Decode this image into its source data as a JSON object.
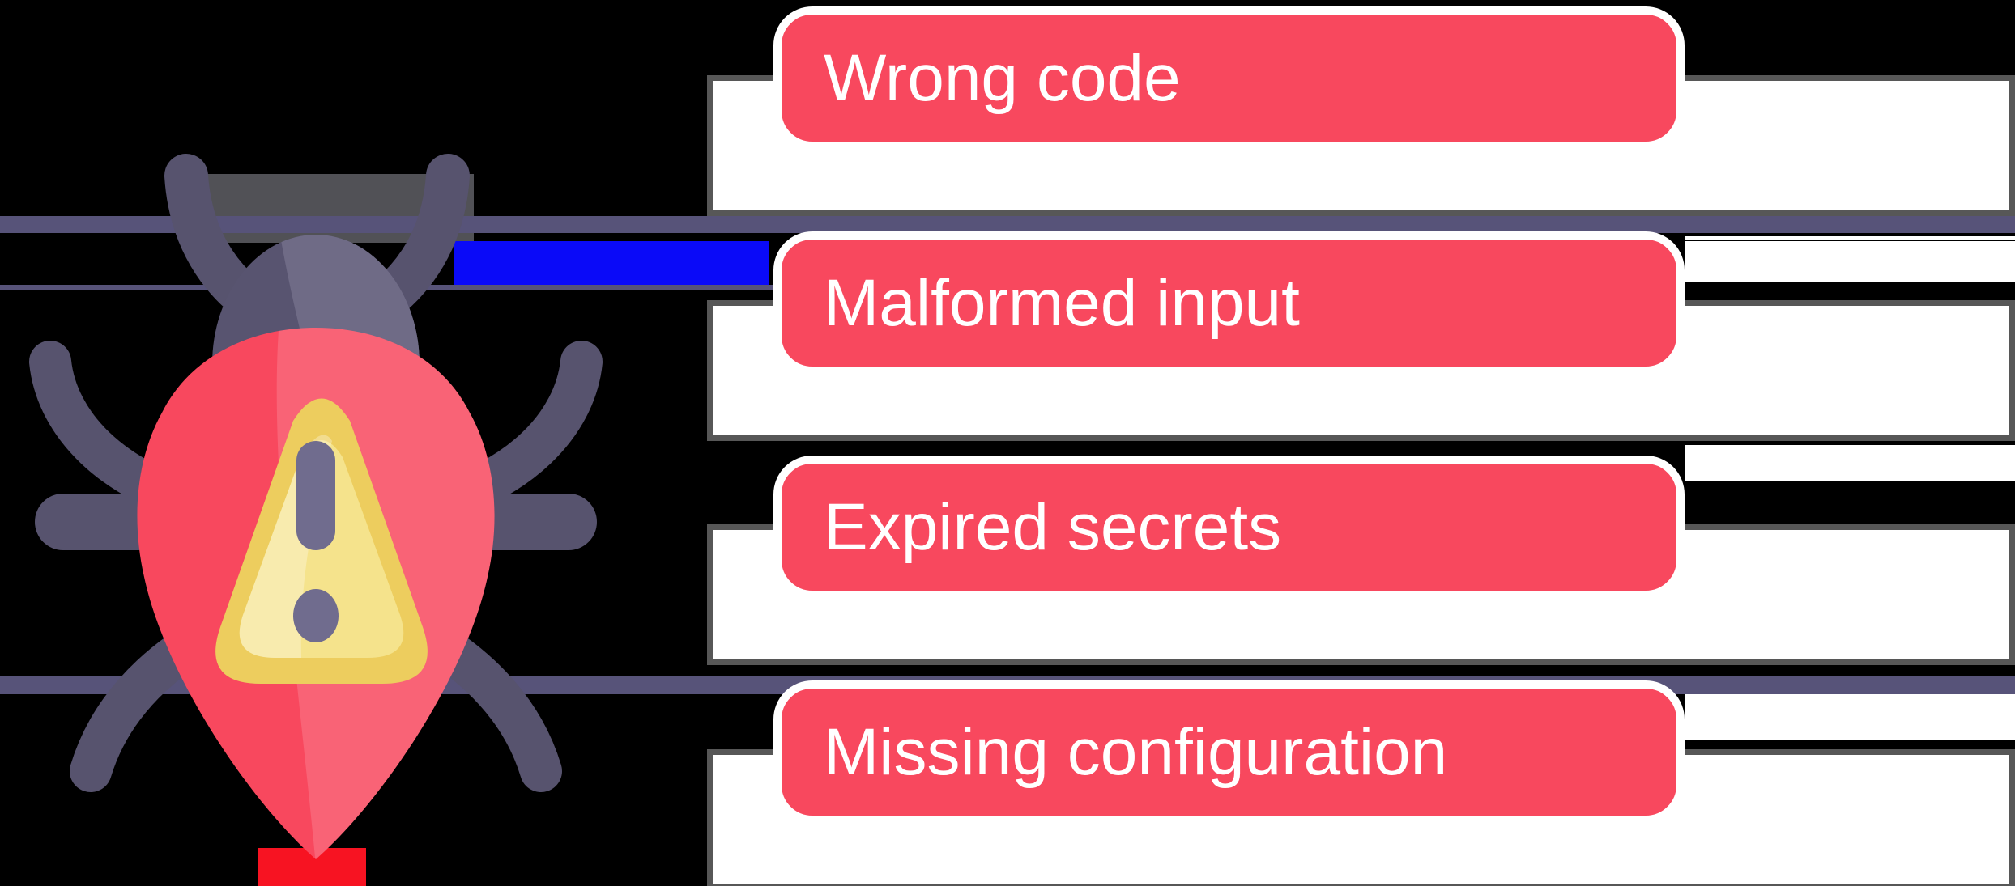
{
  "items": [
    {
      "label": "Wrong code"
    },
    {
      "label": "Malformed input"
    },
    {
      "label": "Expired secrets"
    },
    {
      "label": "Missing configuration"
    }
  ],
  "icon": {
    "name": "bug-malware-warning-icon"
  },
  "colors": {
    "background": "#000000",
    "accent-red": "#F8485E",
    "label-text": "#FFFFFF",
    "bar-fill": "#FFFFFF",
    "bar-border": "#575757",
    "strip-purple": "#575379",
    "glitch-blue": "#0A0AF8",
    "artifact-gray": "#515156",
    "leg": "#57536E",
    "head": "#585470",
    "head-light": "#6F6B86",
    "body-red": "#F8485E",
    "body-tip-streak": "#F71322",
    "triangle-outer": "#EDCD5E",
    "triangle-inner": "#F5E38C",
    "exclamation": "#706C8E"
  }
}
